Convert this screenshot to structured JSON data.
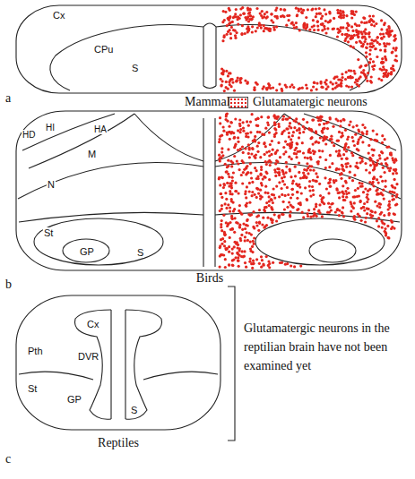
{
  "diagram": {
    "labels": [
      "Cx",
      "CPu",
      "S",
      "a",
      "Mammals",
      "HD",
      "HI",
      "HA",
      "M",
      "N",
      "St",
      "GP",
      "S",
      "b",
      "Birds",
      "Cx",
      "Pth",
      "DVR",
      "St",
      "GP",
      "S",
      "c",
      "Reptiles",
      "Glutamatergic neurons in the reptilian brain have not been examined yet"
    ],
    "legend": [
      {
        "text": "Glutamatergic neurons",
        "color": "#e3261f"
      }
    ]
  }
}
